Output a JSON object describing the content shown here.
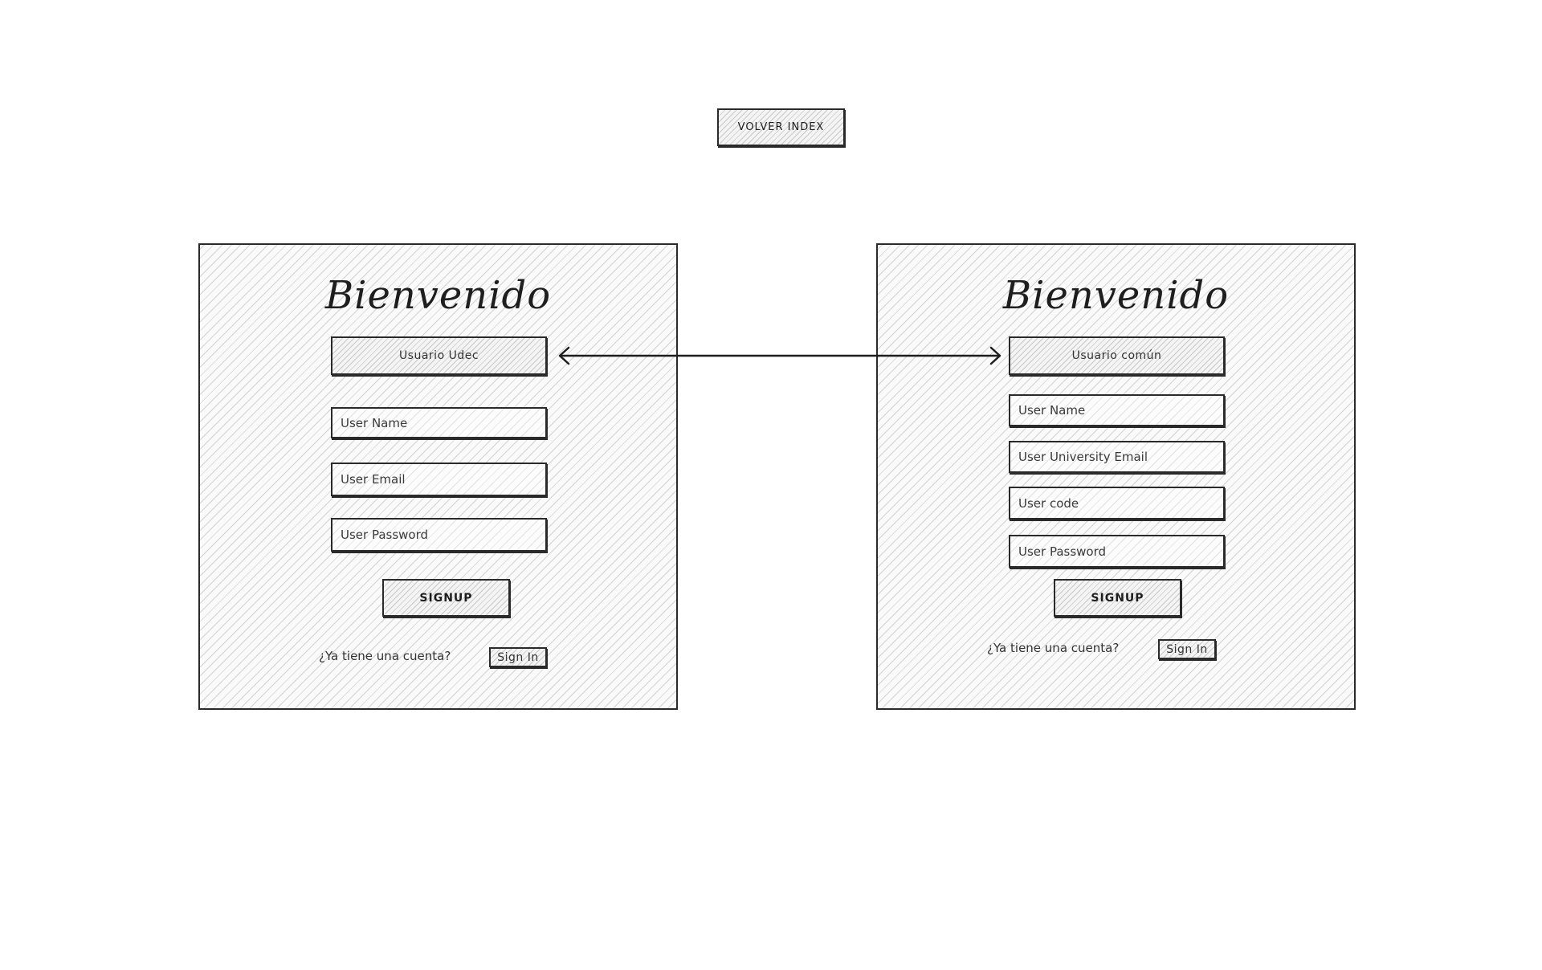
{
  "top_button": {
    "label": "VOLVER INDEX"
  },
  "left_form": {
    "title": "Bienvenido",
    "user_type_button": "Usuario Udec",
    "fields": [
      {
        "placeholder": "User Name"
      },
      {
        "placeholder": "User Email"
      },
      {
        "placeholder": "User Password"
      }
    ],
    "signup_label": "SIGNUP",
    "have_account_text": "¿Ya tiene una cuenta?",
    "signin_label": "Sign In"
  },
  "right_form": {
    "title": "Bienvenido",
    "user_type_button": "Usuario común",
    "fields": [
      {
        "placeholder": "User Name"
      },
      {
        "placeholder": "User University Email"
      },
      {
        "placeholder": "User code"
      },
      {
        "placeholder": "User Password"
      }
    ],
    "signup_label": "SIGNUP",
    "have_account_text": "¿Ya tiene una cuenta?",
    "signin_label": "Sign In"
  },
  "colors": {
    "stroke": "#2a2a2a",
    "background": "#ffffff",
    "hatch": "#d0d0d0"
  },
  "connector": {
    "type": "double-headed-arrow"
  }
}
